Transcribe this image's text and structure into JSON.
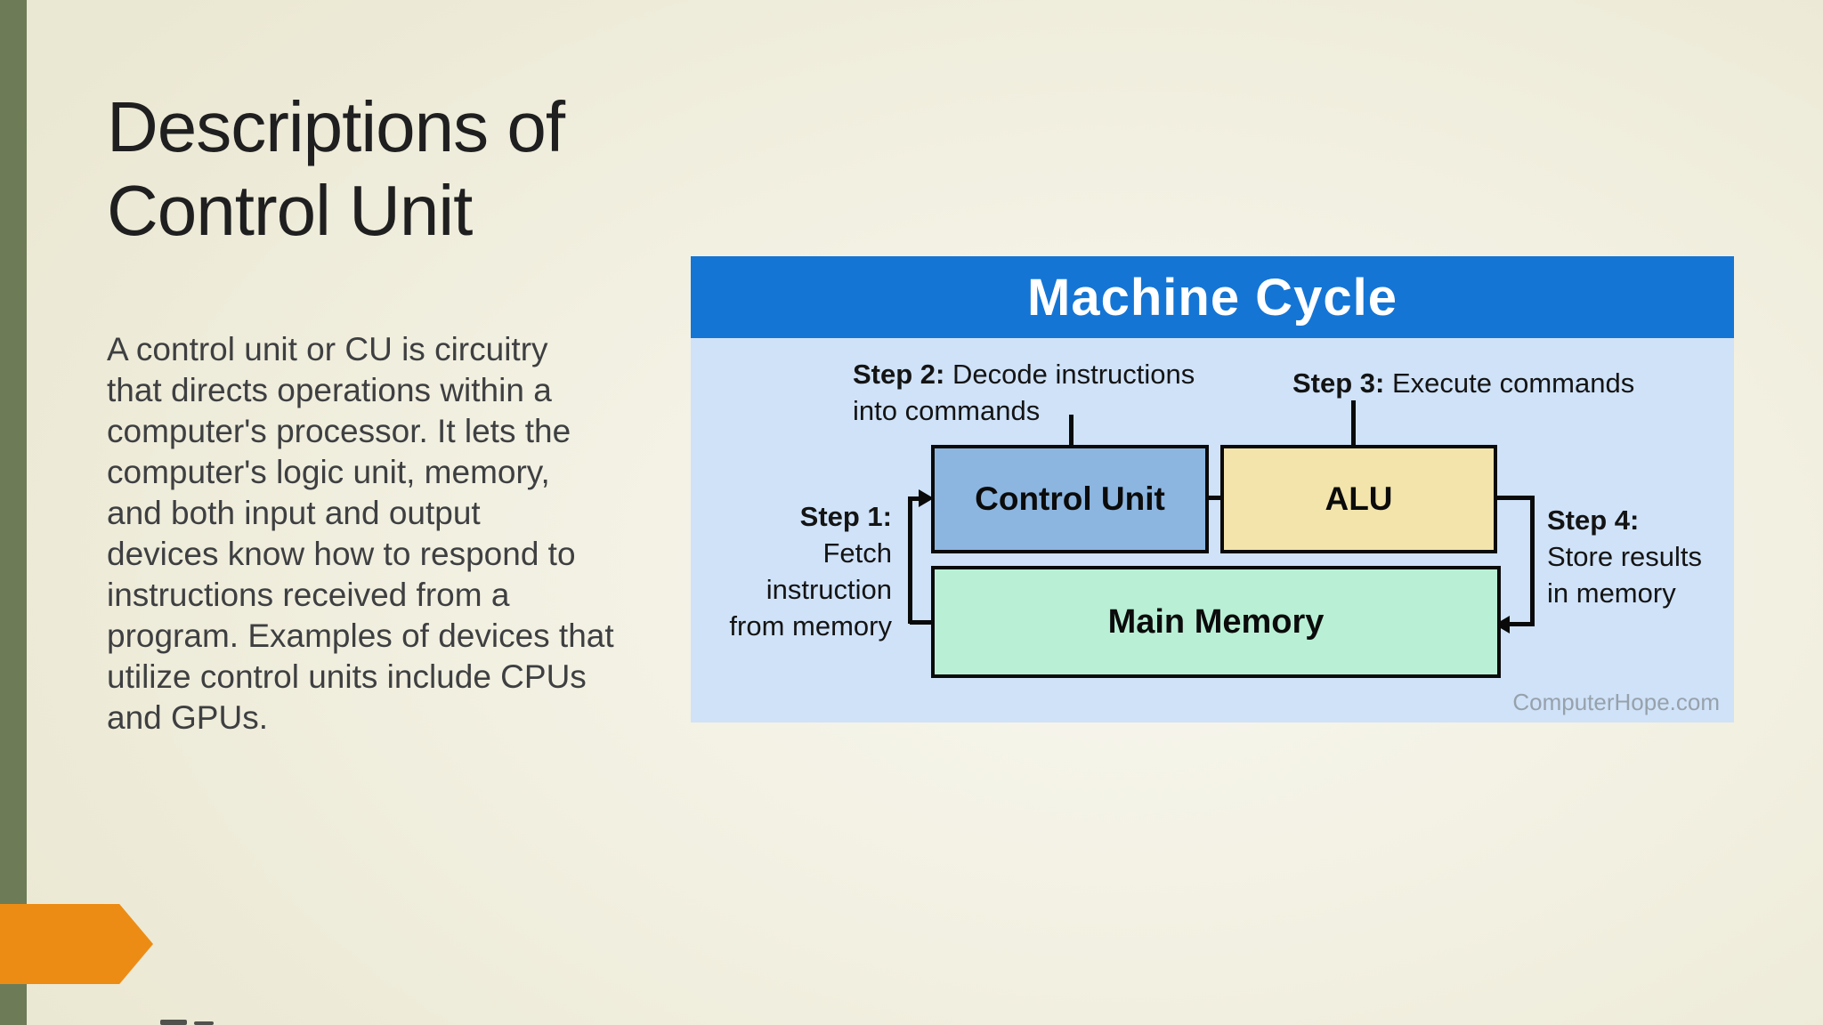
{
  "slide": {
    "title_lines": [
      "Descriptions of",
      "Control Unit"
    ],
    "body_lines": [
      "A control unit or CU is circuitry",
      "that directs operations within a",
      "computer's processor. It lets the",
      "computer's logic unit, memory,",
      "and both input and output",
      "devices know how to respond to",
      "instructions received from a",
      "program. Examples of devices that",
      "utilize control units include CPUs",
      "and GPUs."
    ]
  },
  "diagram": {
    "title": "Machine Cycle",
    "watermark": "ComputerHope.com",
    "boxes": {
      "control_unit": "Control Unit",
      "alu": "ALU",
      "main_memory": "Main Memory"
    },
    "steps": {
      "step1": {
        "label": "Step 1:",
        "lines": [
          "Fetch",
          "instruction",
          "from memory"
        ]
      },
      "step2": {
        "label": "Step 2:",
        "text": "Decode instructions",
        "line2": "into commands"
      },
      "step3": {
        "label": "Step 3:",
        "text": "Execute commands"
      },
      "step4": {
        "label": "Step 4:",
        "lines": [
          "Store results",
          "in memory"
        ]
      }
    },
    "colors": {
      "header_bg": "#1475d5",
      "canvas_bg": "#cfe2f8",
      "control_unit_fill": "#8cb6e0",
      "alu_fill": "#f2e4ab",
      "main_memory_fill": "#b9f0d5",
      "connector": "#0a0a0a"
    }
  },
  "decor": {
    "accent_bar_color": "#6d7c57",
    "arrow_color": "#ec8c15"
  }
}
